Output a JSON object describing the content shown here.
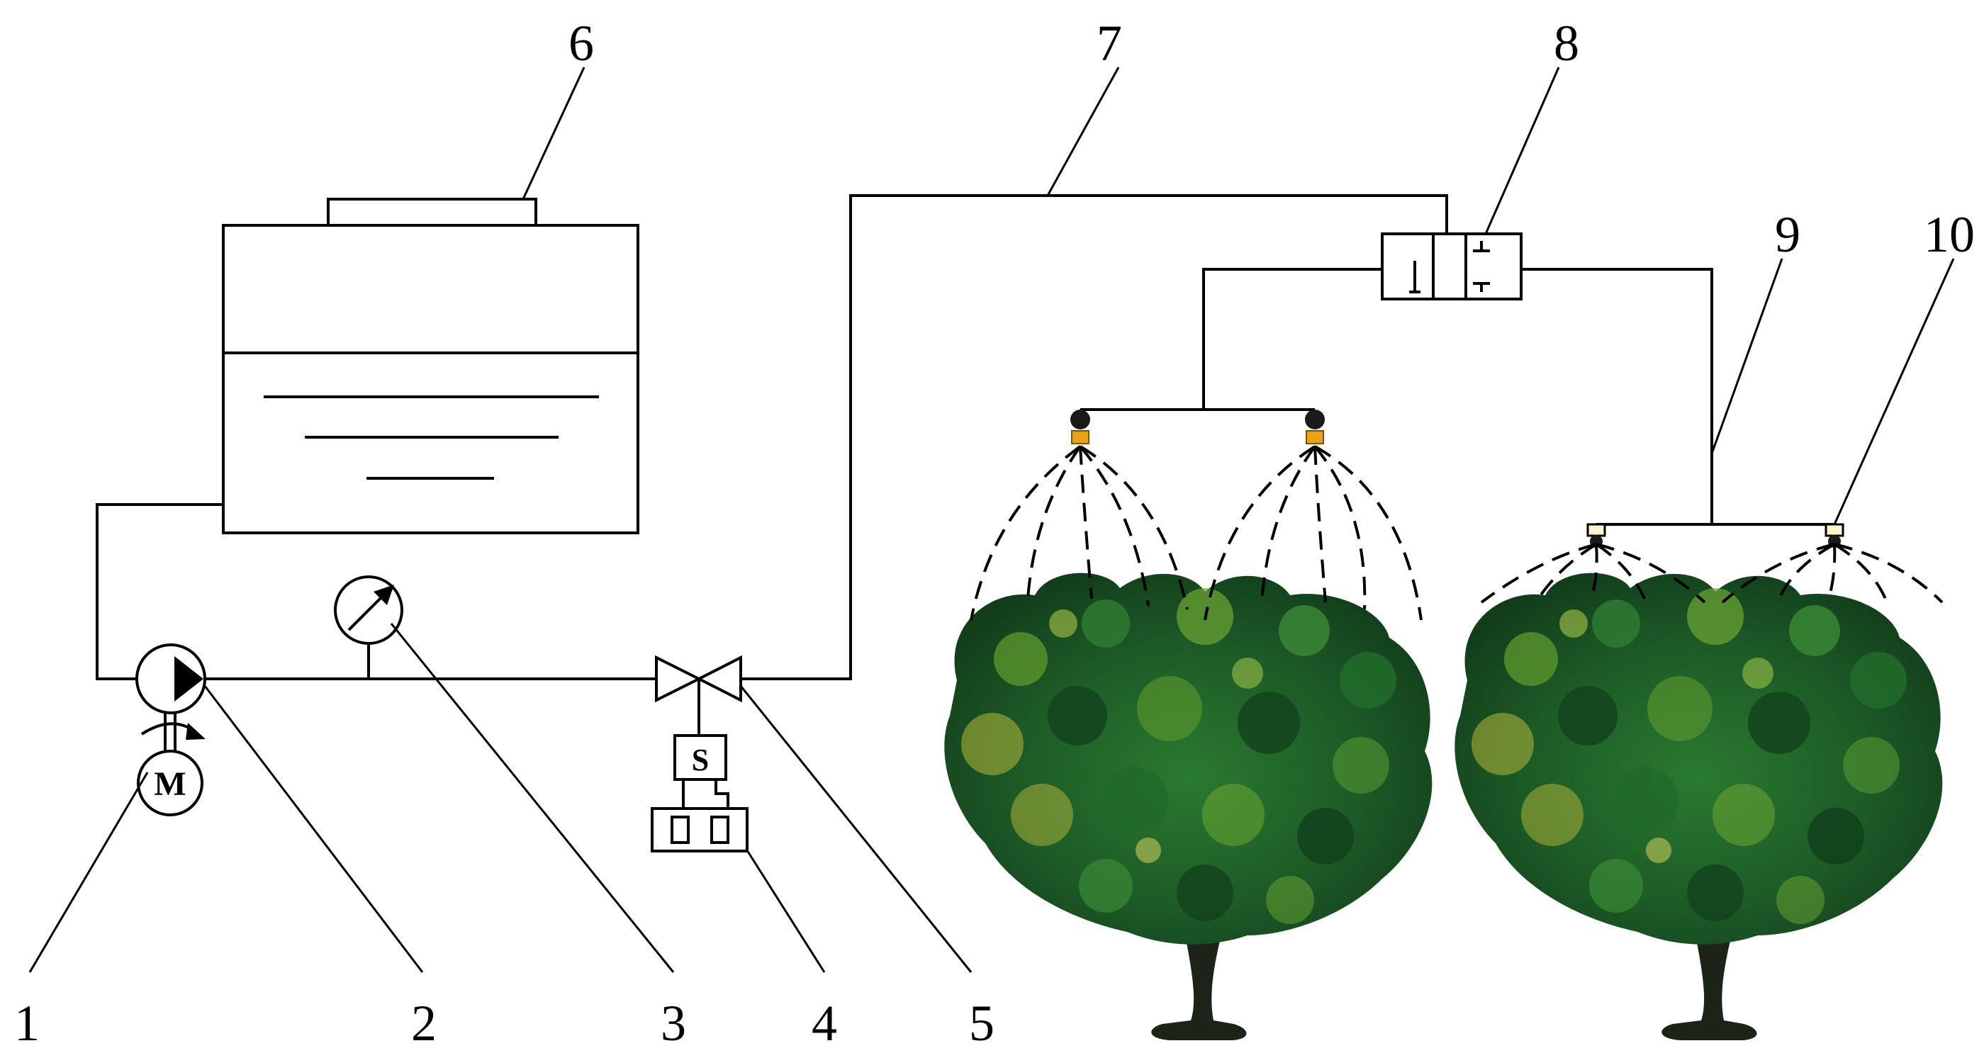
{
  "labels": {
    "l1": "1",
    "l2": "2",
    "l3": "3",
    "l4": "4",
    "l5": "5",
    "l6": "6",
    "l7": "7",
    "l8": "8",
    "l9": "9",
    "l10": "10"
  },
  "symbols": {
    "motor": "M",
    "solenoid": "S"
  },
  "colors": {
    "line": "#000000",
    "nozzle_body": "#1a1a1a",
    "nozzle_tip": "#e8a316",
    "foliage_dark": "#12421c",
    "foliage_mid": "#1f6a2a",
    "foliage_light": "#5f9a2e",
    "foliage_yellow": "#b7b83a",
    "trunk": "#1c2418"
  }
}
